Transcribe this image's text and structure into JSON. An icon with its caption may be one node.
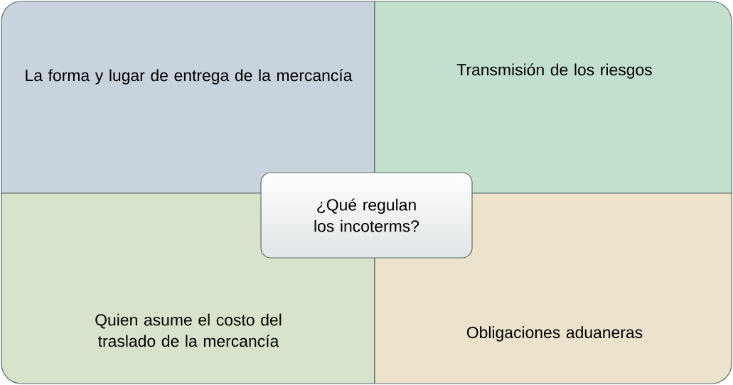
{
  "diagram": {
    "nodes": [
      {
        "text": [
          "La forma y lugar de entrega de la mercancía"
        ]
      },
      {
        "text": [
          "Transmisión de los riesgos"
        ]
      },
      {
        "text": [
          "Quien asume el costo del traslado de la mercancía"
        ]
      },
      {
        "text": [
          "Obligaciones aduaneras"
        ]
      },
      {
        "text": [
          "¿Qué regulan los incoterms?"
        ]
      }
    ]
  }
}
